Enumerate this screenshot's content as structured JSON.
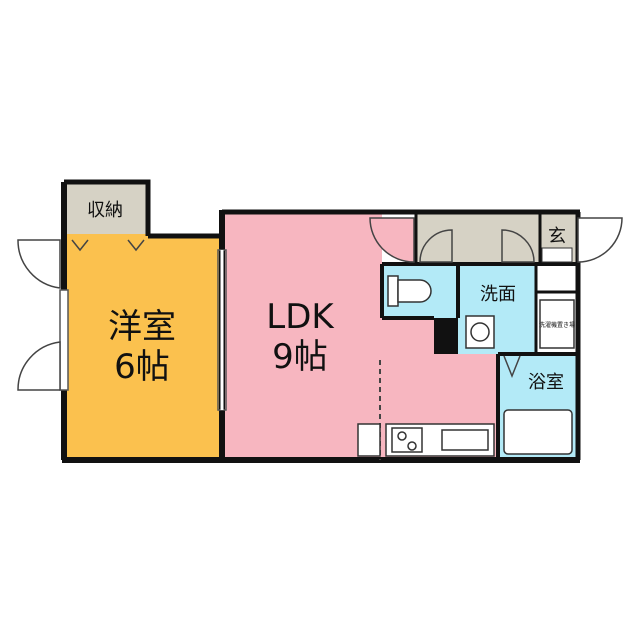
{
  "rooms": {
    "western_room": {
      "name": "洋室",
      "size": "6帖"
    },
    "storage": {
      "name": "収納"
    },
    "ldk": {
      "name": "LDK",
      "size": "9帖"
    },
    "entrance": {
      "name": "玄"
    },
    "washroom": {
      "name": "洗面"
    },
    "bathroom": {
      "name": "浴室"
    },
    "washer_space": {
      "name": "洗濯機置き場"
    }
  },
  "colors": {
    "western_room": "#fbc14e",
    "storage": "#d6d2c5",
    "ldk": "#f7b6c0",
    "entrance": "#d6d2c5",
    "wet_area": "#b3eaf7",
    "wall": "#111111"
  }
}
